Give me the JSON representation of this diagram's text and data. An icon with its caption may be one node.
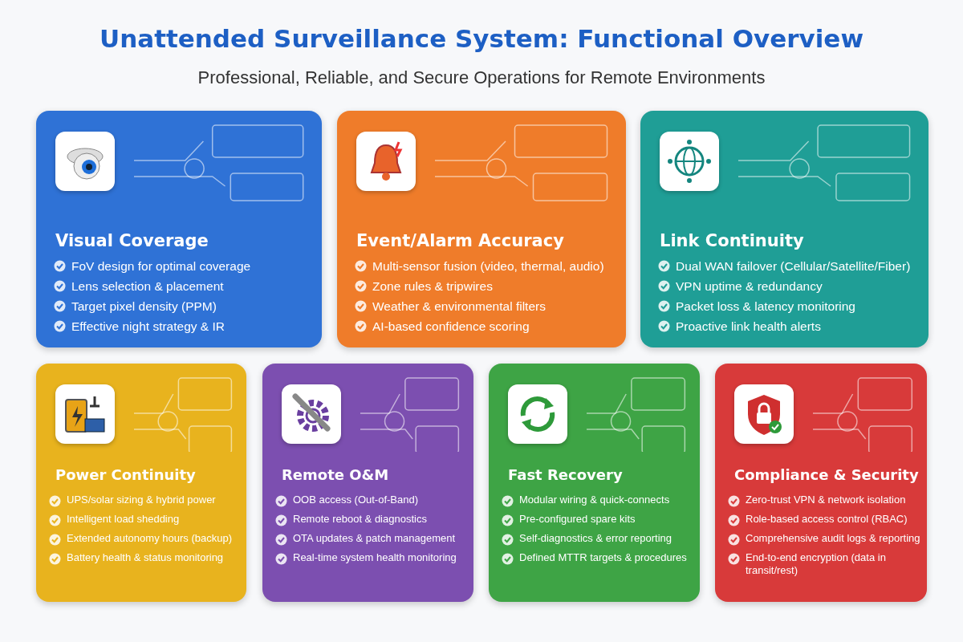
{
  "diagram": {
    "title": "Unattended Surveillance System: Functional Overview",
    "nodes": [
      {
        "text": [
          "Visual Coverage",
          "FoV design for optimal coverage",
          "Lens selection & placement",
          "Target pixel density (PPM)",
          "Effective night strategy & IR"
        ]
      },
      {
        "text": [
          "Event/Alarm Accuracy",
          "Multi-sensor fusion (video, thermal, audio)",
          "Zone rules & tripwires",
          "Weather & environmental filters",
          "AI-based confidence scoring"
        ]
      },
      {
        "text": [
          "Link Continuity",
          "Dual WAN failover (Cellular/Satellite/Fiber)",
          "VPN uptime & redundancy",
          "Packet loss & latency monitoring",
          "Proactive link health alerts"
        ]
      },
      {
        "text": [
          "Power Continuity",
          "UPS/solar sizing & hybrid power",
          "Intelligent load shedding",
          "Extended autonomy hours (backup)",
          "Battery health & status monitoring"
        ]
      },
      {
        "text": [
          "Remote O&M",
          "OOB access (Out-of-Band)",
          "Remote reboot & diagnostics",
          "OTA updates & patch management",
          "Real-time system health monitoring"
        ]
      },
      {
        "text": [
          "Fast Recovery",
          "Modular wiring & quick-connects",
          "Pre-configured spare kits",
          "Self-diagnostics & error reporting",
          "Defined MTTR targets & procedures"
        ]
      },
      {
        "text": [
          "Compliance & Security",
          "Zero-trust VPN & network isolation",
          "Role-based access control (RBAC)",
          "Comprehensive audit logs & reporting",
          "End-to-end encryption (data in transit/rest)"
        ]
      }
    ],
    "edges": [],
    "labels": [
      "Professional, Reliable, and Secure Operations for Remote Environments"
    ]
  }
}
